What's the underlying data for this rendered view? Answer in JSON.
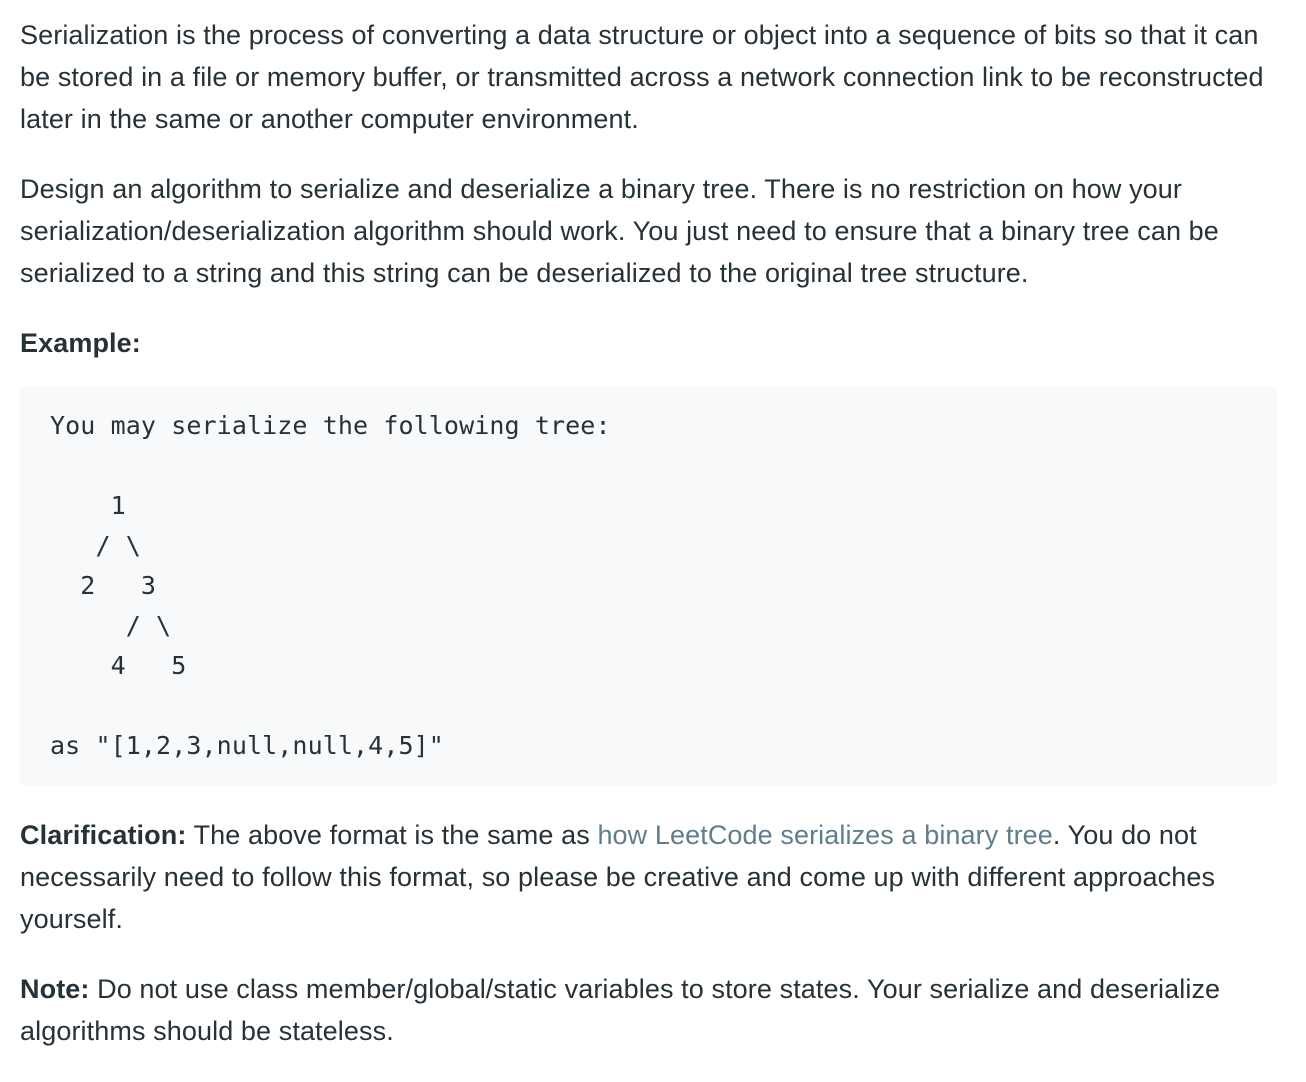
{
  "problem": {
    "paragraphs": [
      "Serialization is the process of converting a data structure or object into a sequence of bits so that it can be stored in a file or memory buffer, or transmitted across a network connection link to be reconstructed later in the same or another computer environment.",
      "Design an algorithm to serialize and deserialize a binary tree. There is no restriction on how your serialization/deserialization algorithm should work. You just need to ensure that a binary tree can be serialized to a string and this string can be deserialized to the original tree structure."
    ],
    "example_heading": "Example:",
    "example_code": "You may serialize the following tree:\n\n    1\n   / \\\n  2   3\n     / \\\n    4   5\n\nas \"[1,2,3,null,null,4,5]\"",
    "clarification": {
      "label": "Clarification:",
      "text_before": " The above format is the same as ",
      "link_text": "how LeetCode serializes a binary tree",
      "text_after": ". You do not necessarily need to follow this format, so please be creative and come up with different approaches yourself."
    },
    "note": {
      "label": "Note:",
      "text": " Do not use class member/global/static variables to store states. Your serialize and deserialize algorithms should be stateless."
    }
  },
  "colors": {
    "text": "#263238",
    "link": "#607d8b",
    "code_background": "#f7f9fa"
  }
}
